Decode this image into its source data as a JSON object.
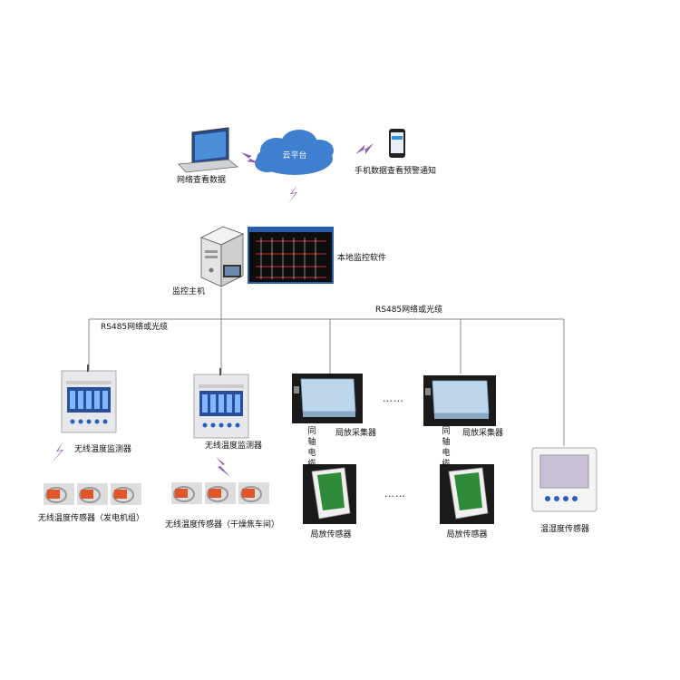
{
  "labels": {
    "cloud": "云平台",
    "laptop": "网络查看数据",
    "phone": "手机数据查看预警通知",
    "software": "本地监控软件",
    "host": "监控主机",
    "bus_right": "RS485网络或光缆",
    "bus_left": "RS485网络或光缆",
    "monitor1": "无线温度监测器",
    "monitor2": "无线温度监测器",
    "sensors1": "无线温度传感器（发电机组）",
    "sensors2": "无线温度传感器（干燥焦车间）",
    "collector1": "局放采集器",
    "collector2": "局放采集器",
    "coax1": "同轴电缆",
    "coax2": "同轴电缆",
    "pd1": "局放传感器",
    "pd2": "局放传感器",
    "th": "温湿度传感器",
    "dots_top": "……",
    "dots_bottom": "……"
  },
  "colors": {
    "cloud": "#3f7fd0",
    "lightning": "#8a5ab0",
    "wire": "#888888",
    "panel_screen": "#2a4f9a",
    "sensor_band": "#e0552a"
  }
}
